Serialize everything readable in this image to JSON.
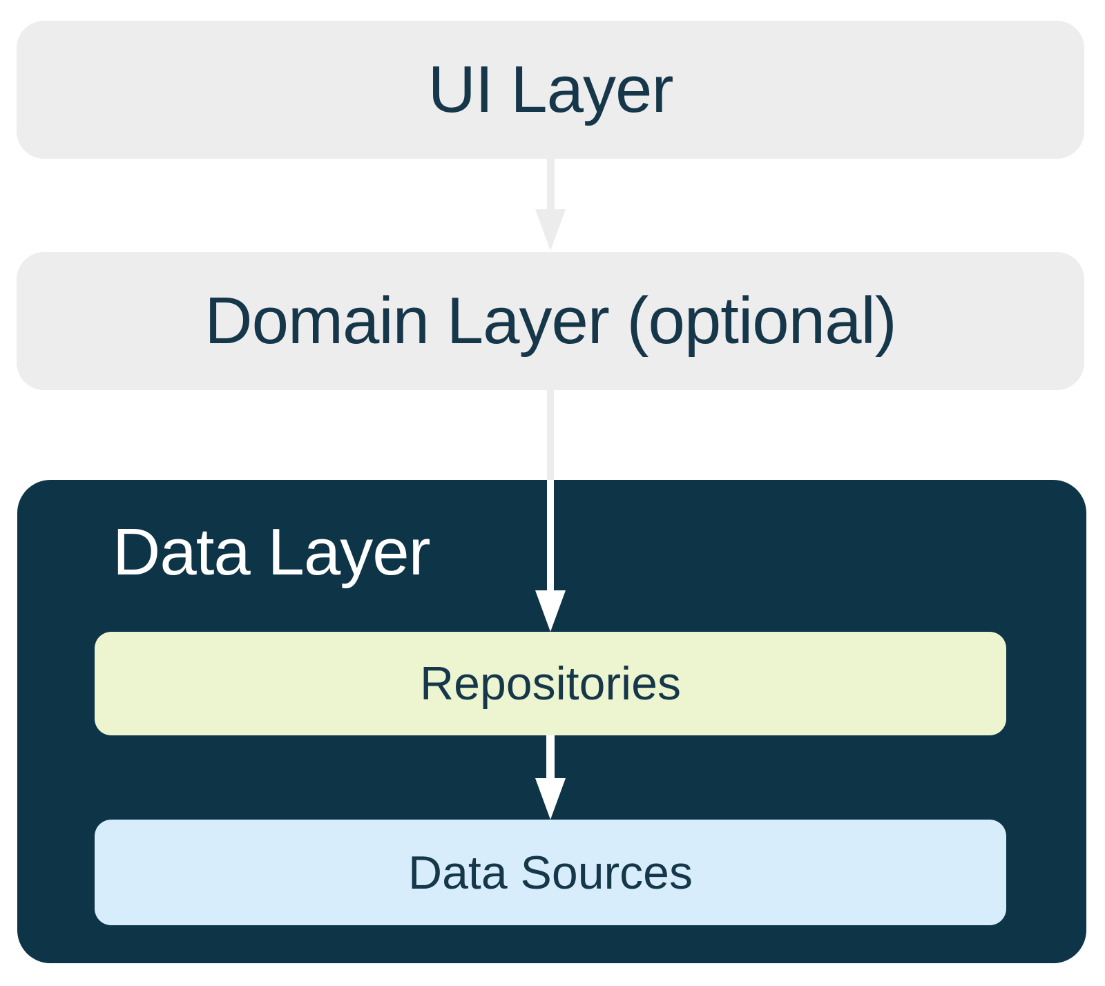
{
  "diagram": {
    "ui_layer": {
      "label": "UI Layer"
    },
    "domain_layer": {
      "label": "Domain Layer (optional)"
    },
    "data_layer": {
      "label": "Data Layer",
      "repositories_label": "Repositories",
      "data_sources_label": "Data Sources"
    },
    "arrows": [
      {
        "from": "ui_layer",
        "to": "domain_layer"
      },
      {
        "from": "domain_layer",
        "to": "repositories"
      },
      {
        "from": "repositories",
        "to": "data_sources"
      }
    ],
    "colors": {
      "layer_box_gray": "#ededed",
      "arrow_gray": "#ececec",
      "navy_box": "#0d3447",
      "text_navy": "#16374a",
      "repositories_green": "#edf5d0",
      "data_sources_blue": "#d7edfc",
      "arrow_white": "#ffffff",
      "background": "#ffffff"
    }
  }
}
